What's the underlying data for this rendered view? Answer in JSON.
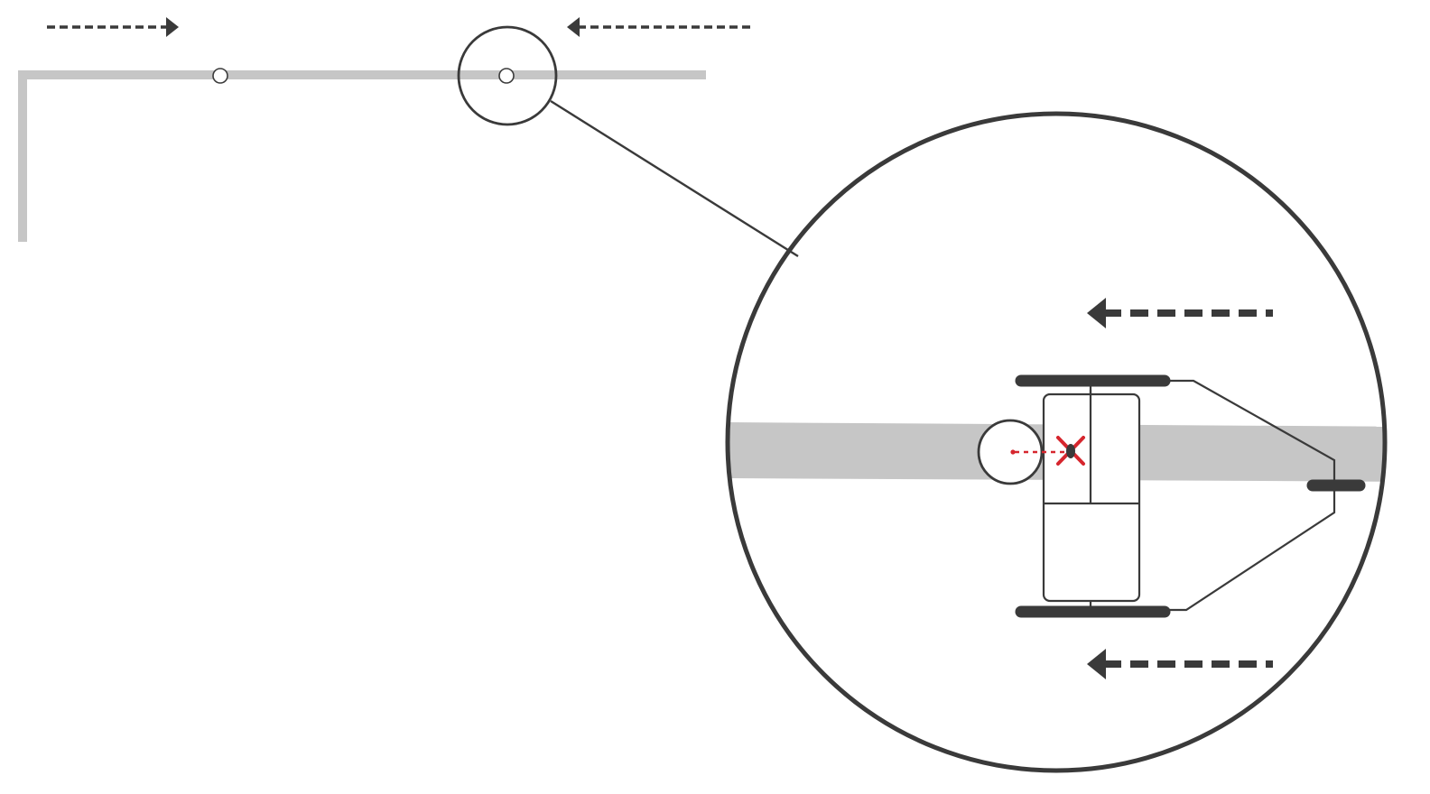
{
  "diagram": {
    "kind": "line-following robot with magnified detail view",
    "colors": {
      "background": "#ffffff",
      "track": "#c6c6c6",
      "ink": "#3a3a3a",
      "marker": "#d6262e"
    },
    "overview": {
      "track": "track-line",
      "waypoints": [
        "waypoint-marker",
        "waypoint-marker"
      ],
      "arrows": [
        {
          "name": "direction-arrow-right",
          "direction": "right"
        },
        {
          "name": "direction-arrow-left",
          "direction": "left"
        }
      ],
      "magnifier": "magnifier-circle"
    },
    "detail": {
      "view": "magnified-detail-circle",
      "track": "track-band",
      "robot": {
        "chassis": "robot-chassis",
        "wheels": [
          "wheel-top",
          "wheel-bottom"
        ],
        "caster": "caster-wheel",
        "sensor": "sensor-target-marker"
      },
      "arrows": [
        {
          "name": "motion-arrow-left-upper",
          "direction": "left"
        },
        {
          "name": "motion-arrow-left-lower",
          "direction": "left"
        }
      ]
    }
  }
}
